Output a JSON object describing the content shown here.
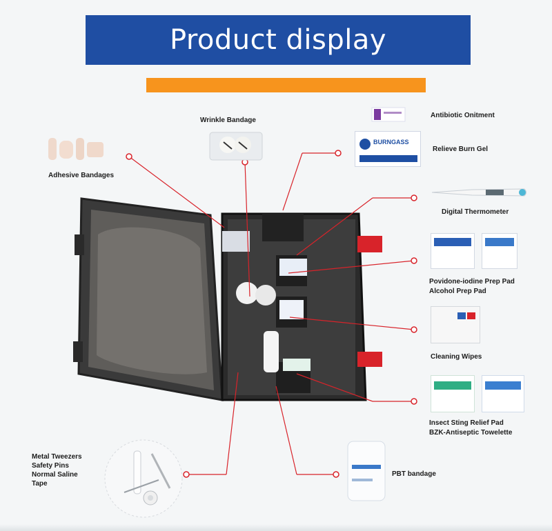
{
  "header": {
    "title": "Product display"
  },
  "colors": {
    "banner": "#1f4ea3",
    "accent": "#f7941d",
    "pointer": "#d8232a"
  },
  "labels": {
    "wrinkle_bandage": "Wrinkle Bandage",
    "adhesive_bandages": "Adhesive Bandages",
    "antibiotic_ointment": "Antibiotic Onitment",
    "relieve_burn_gel": "Relieve Burn Gel",
    "burn_gel_brand": "BURNGASS",
    "digital_thermometer": "Digital Thermometer",
    "povidone_iodine": "Povidone-iodine Prep Pad",
    "alcohol_prep_pad": "Alcohol Prep Pad",
    "cleaning_wipes": "Cleaning Wipes",
    "insect_sting": "Insect Sting Relief Pad",
    "bzk_towelette": "BZK-Antiseptic Towelette",
    "metal_tweezers": "Metal Tweezers",
    "safety_pins": "Safety Pins",
    "normal_saline": "Normal Saline",
    "tape": "Tape",
    "pbt_bandage": "PBT bandage"
  }
}
